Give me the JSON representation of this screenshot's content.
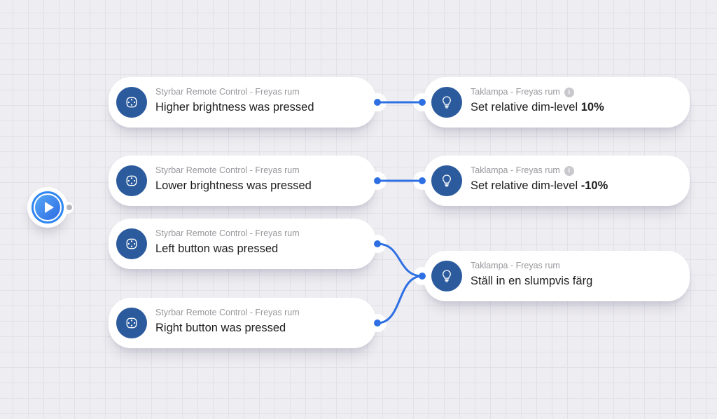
{
  "colors": {
    "canvas_background": "#eeedf1",
    "grid_line": "#e2e1e8",
    "card_background": "#ffffff",
    "device_icon_blue": "#2b5b9d",
    "connection_blue": "#2e70e4",
    "play_ring_blue": "#2e86f2",
    "title_gray": "#98989d",
    "label_black": "#1e1e20",
    "unconnected_dot_gray": "#b6b6bc"
  },
  "play_node": {
    "icon": "play-icon"
  },
  "cards": {
    "triggers": [
      {
        "title": "Styrbar Remote Control - Freyas rum",
        "label": "Higher brightness was pressed"
      },
      {
        "title": "Styrbar Remote Control - Freyas rum",
        "label": "Lower brightness was pressed"
      },
      {
        "title": "Styrbar Remote Control - Freyas rum",
        "label": "Left button was pressed"
      },
      {
        "title": "Styrbar Remote Control - Freyas rum",
        "label": "Right button was pressed"
      }
    ],
    "actions": [
      {
        "title": "Taklampa - Freyas rum",
        "label_text": "Set relative dim-level ",
        "label_bold": "10%",
        "info": "i"
      },
      {
        "title": "Taklampa - Freyas rum",
        "label_text": "Set relative dim-level ",
        "label_bold": "-10%",
        "info": "i"
      },
      {
        "title": "Taklampa - Freyas rum",
        "label_text": "Ställ in en slumpvis färg",
        "label_bold": ""
      }
    ]
  }
}
